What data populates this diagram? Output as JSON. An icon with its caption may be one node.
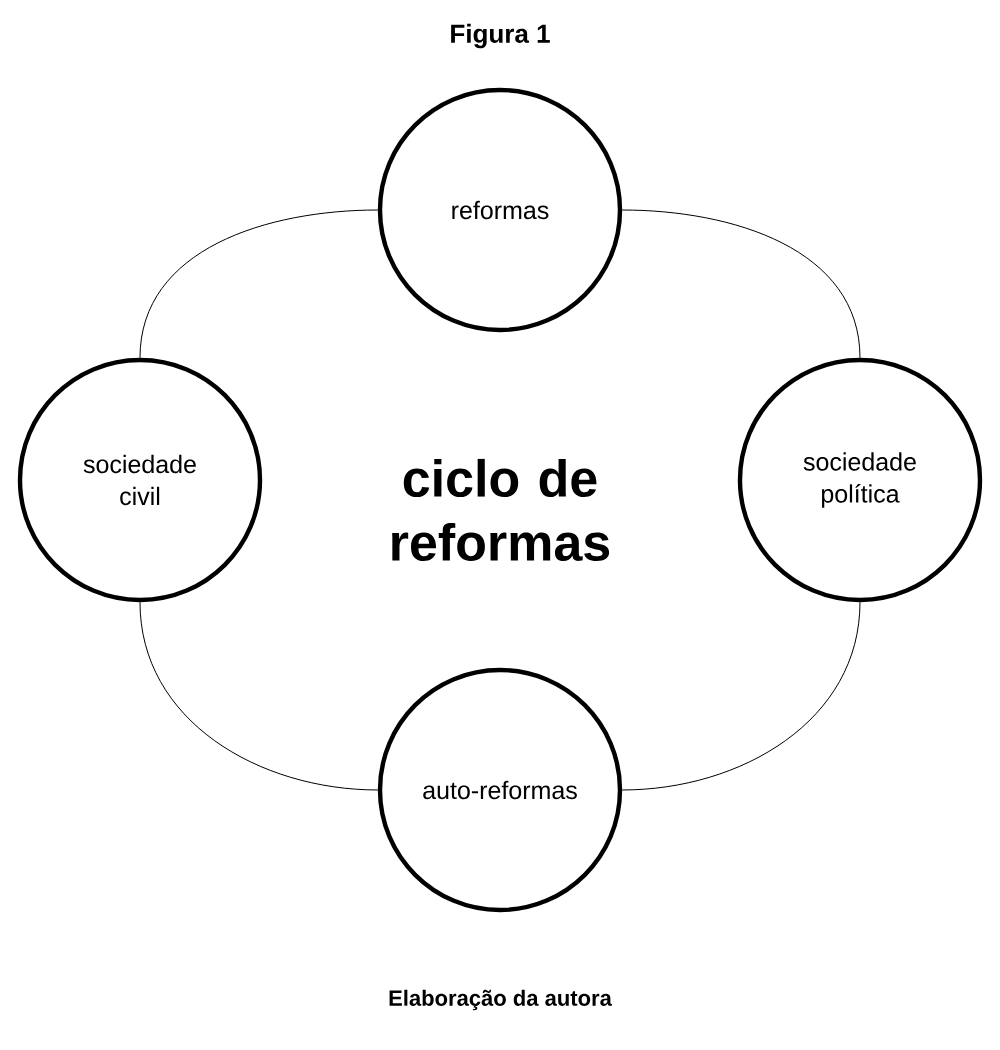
{
  "diagram": {
    "title": "Figura 1",
    "caption": "Elaboração da autora",
    "nodes": [
      {
        "text": [
          "reformas"
        ]
      },
      {
        "text": [
          "sociedade civil"
        ]
      },
      {
        "text": [
          "sociedade política"
        ]
      },
      {
        "text": [
          "auto-reformas"
        ]
      }
    ],
    "edges": [
      {
        "from": 0,
        "to": 2,
        "arrow": "none"
      },
      {
        "from": 2,
        "to": 3,
        "arrow": "none"
      },
      {
        "from": 3,
        "to": 1,
        "arrow": "none"
      },
      {
        "from": 1,
        "to": 0,
        "arrow": "none"
      }
    ],
    "labels": [
      "ciclo de reformas"
    ]
  }
}
